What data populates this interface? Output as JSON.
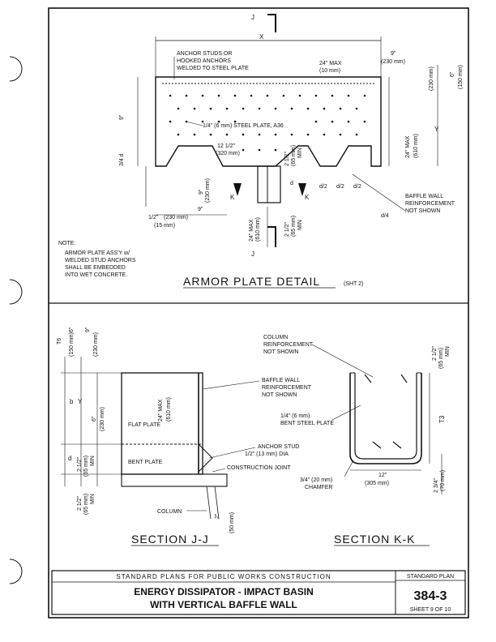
{
  "armor": {
    "title": "ARMOR PLATE DETAIL",
    "sheet_ref": "(SHT 2)",
    "labels": {
      "anchor_studs": [
        "ANCHOR STUDS OR",
        "HOOKED ANCHORS",
        "WELDED TO STEEL PLATE"
      ],
      "steel_plate": "1/4\" (6 mm) STEEL PLATE, A36",
      "x": "X",
      "y": "Y",
      "t9": "9\"",
      "t230": "(230 mm)",
      "max24": "24\" MAX",
      "mm10": "(10 mm)",
      "v230": "(230 mm)",
      "v6": "6\"",
      "v150": "(150 mm)",
      "nine": "9\"",
      "v24max": "24\" MAX",
      "v610": "(610 mm)",
      "d34": "3/4 d",
      "w12": "12 1/2\"",
      "w320": "(320 mm)",
      "min212": "2 1/2\"",
      "mm65": "(65 mm)",
      "min": "MIN",
      "v9b": "9\"",
      "v230b": "(230 mm)",
      "k1": "K",
      "k2": "K",
      "d": "d",
      "d2a": "d/2",
      "d2b": "d/2",
      "d2c": "d/2",
      "d4": "d/4",
      "baffle": [
        "BAFFLE WALL",
        "REINFORCEMENT",
        "NOT SHOWN"
      ],
      "bot12": "1/2\"",
      "bot230": "(230 mm)",
      "bot15": "(15 mm)",
      "bot9": "9\"",
      "b24": "24\" MAX",
      "b610": "(610 mm)",
      "b212": "2 1/2\"",
      "b65": "(65 mm)",
      "bmin": "MIN",
      "jtop": "J",
      "jbot": "J"
    },
    "note": [
      "NOTE:",
      "ARMOR PLATE ASS'Y w/",
      "WELDED STUD ANCHORS",
      "SHALL BE EMBEDDED",
      "INTO WET CONCRETE."
    ]
  },
  "section_jj": {
    "title": "SECTION J-J",
    "labels": {
      "t6": "T6",
      "t150": "(150 mm)",
      "s6": "6\"",
      "s9": "9\"",
      "s230": "(230 mm)",
      "b": "b",
      "y": "Y",
      "s24": "24\" MAX",
      "s610": "(610 mm)",
      "s6b": "6\"",
      "s230b": "(230 mm)",
      "flat": "FLAT PLATE",
      "d": "d",
      "s212": "2 1/2\"",
      "s65": "(65 mm)",
      "smin": "MIN",
      "bent": "BENT PLATE",
      "baffle": [
        "BAFFLE WALL",
        "REINFORCEMENT",
        "NOT SHOWN"
      ],
      "anchor": [
        "ANCHOR STUD",
        "1/2\" (13 mm) DIA"
      ],
      "cjoint": "CONSTRUCTION JOINT",
      "column": "COLUMN",
      "c2": "2\"",
      "c50": "(50 mm)",
      "l212": "2 1/2\"",
      "l65": "(65 mm)",
      "lmin": "MIN"
    }
  },
  "section_kk": {
    "title": "SECTION K-K",
    "labels": {
      "colreinf": [
        "COLUMN",
        "REINFORCEMENT",
        "NOT SHOWN"
      ],
      "bent": [
        "1/4\" (6 mm)",
        "BENT STEEL PLATE"
      ],
      "t3": "T3",
      "k212": "2 1/2\"",
      "k65": "(65 mm)",
      "kmin": "MIN",
      "chamfer": [
        "3/4\" (20 mm)",
        "CHAMFER"
      ],
      "w12": "12\"",
      "w305": "(305 mm)",
      "r234": "2 3/4\"",
      "r70": "(70 mm)"
    }
  },
  "titleblock": {
    "header": "STANDARD PLANS FOR PUBLIC WORKS CONSTRUCTION",
    "title1": "ENERGY DISSIPATOR - IMPACT BASIN",
    "title2": "WITH VERTICAL BAFFLE WALL",
    "plan_label": "STANDARD PLAN",
    "plan_no": "384-3",
    "sheet": "SHEET 9 OF 10"
  }
}
